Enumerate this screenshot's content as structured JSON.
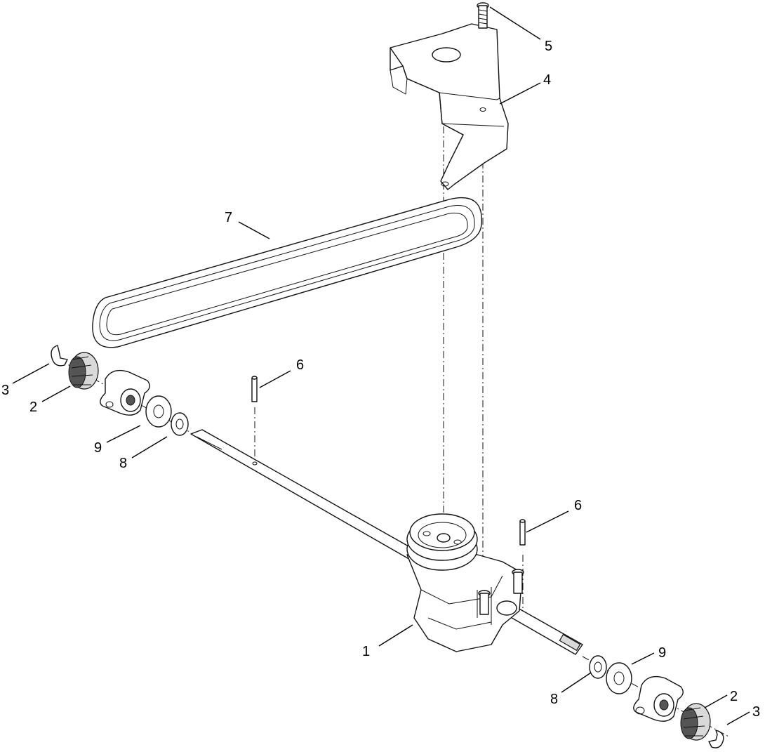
{
  "callouts": {
    "c1": "1",
    "c2a": "2",
    "c2b": "2",
    "c3a": "3",
    "c3b": "3",
    "c4": "4",
    "c5": "5",
    "c6a": "6",
    "c6b": "6",
    "c7": "7",
    "c8a": "8",
    "c8b": "8",
    "c9a": "9",
    "c9b": "9"
  },
  "colors": {
    "line": "#111111",
    "shade": "#d9d9d9",
    "background": "#ffffff"
  }
}
